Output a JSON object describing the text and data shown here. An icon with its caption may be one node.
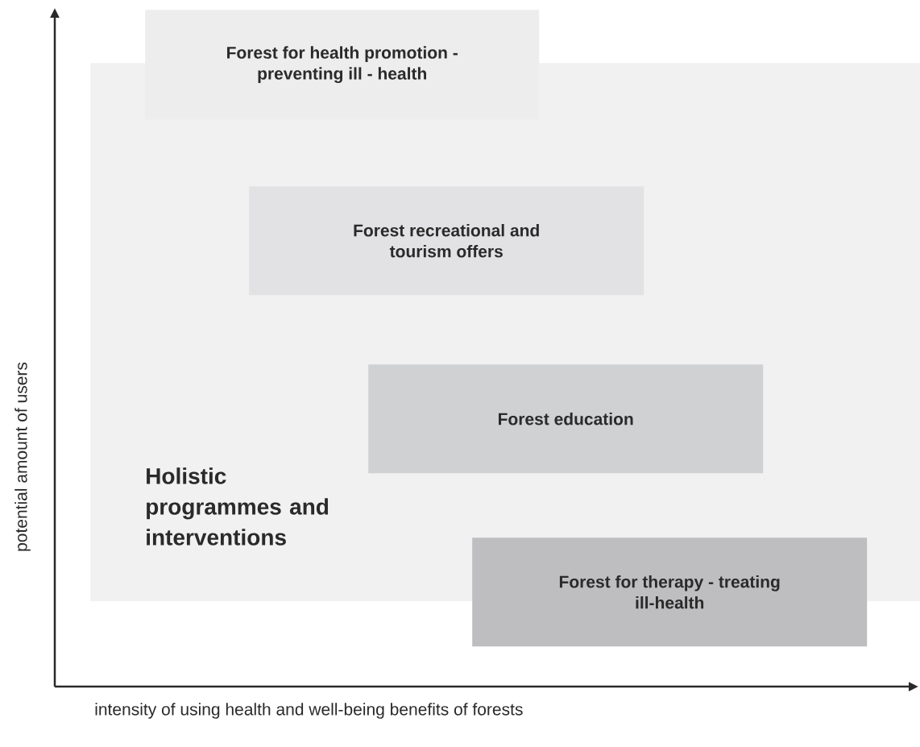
{
  "diagram": {
    "nodes": [
      {
        "text": [
          "Holistic programmes and interventions"
        ]
      },
      {
        "text": [
          "Forest for health promotion - preventing ill - health"
        ]
      },
      {
        "text": [
          "Forest recreational and tourism offers"
        ],
        "in": 0
      },
      {
        "text": [
          "Forest education"
        ],
        "in": 0
      },
      {
        "text": [
          "Forest for therapy - treating ill-health"
        ]
      }
    ],
    "labels": [
      "potential amount of users",
      "intensity of using health and well-being benefits of forests"
    ]
  }
}
